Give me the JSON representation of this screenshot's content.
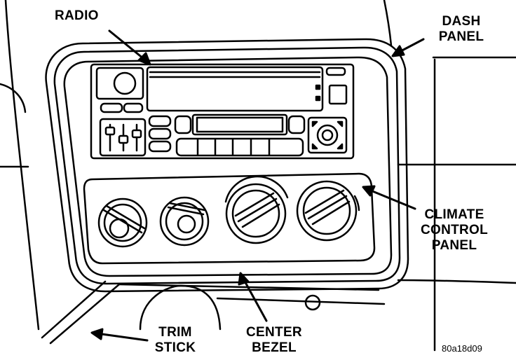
{
  "labels": {
    "radio": "RADIO",
    "dash_panel": [
      "DASH",
      "PANEL"
    ],
    "climate_control_panel": [
      "CLIMATE",
      "CONTROL",
      "PANEL"
    ],
    "trim_stick": [
      "TRIM",
      "STICK"
    ],
    "center_bezel": [
      "CENTER",
      "BEZEL"
    ]
  },
  "figure_id": "80a18d09",
  "colors": {
    "line": "#000000",
    "background": "#ffffff"
  }
}
